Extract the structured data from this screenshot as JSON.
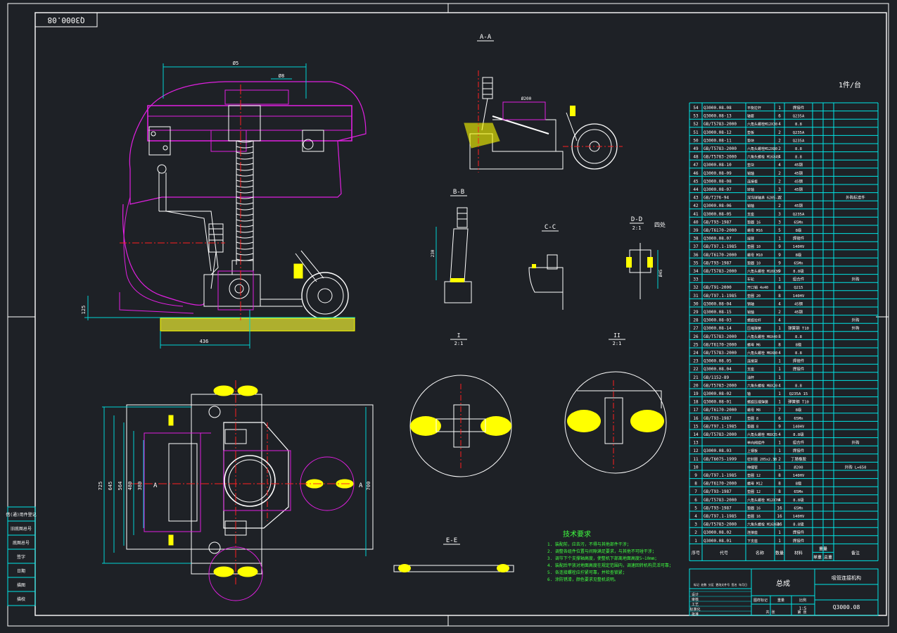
{
  "drawing": {
    "code_top": "Q3000.08",
    "sheet_label": "1件/台",
    "views": {
      "aa": "A-A",
      "bb": "B-B",
      "cc": "C-C",
      "dd": "D-D",
      "dd_scale": "2:1",
      "dd_note": "四处",
      "ee": "E-E",
      "i": "I",
      "i_scale": "2:1",
      "ii": "II",
      "ii_scale": "2:1"
    },
    "dims": {
      "front_width": "Ø5",
      "front_small": "Ø8",
      "front_base": "436",
      "front_left": "125",
      "aa_dim": "Ø200",
      "bb_dim": "230",
      "dd_dim": "Ø45",
      "plan_h1": "725",
      "plan_h2": "645",
      "plan_h3": "564",
      "plan_h4": "480",
      "plan_h5": "380",
      "plan_right": "700",
      "section_a": "A"
    },
    "tech": {
      "title": "技术要求",
      "lines": [
        "1. 装配前，应去污，不得与其他部件干涉；",
        "2. 调整各组件位置与间隙满足要求，与其他不可碰干涉；",
        "3. 调节下个支撑轴高度，使整机下部离地面高度5~10mm；",
        "4. 装配后平放对地面高度在规定范围内，调速回转机构灵活可靠；",
        "5. 各连接螺栓应拧紧可靠，并检查锁紧；",
        "6. 涂防锈漆，颜色要求见整机说明。"
      ]
    },
    "left_stamp": [
      "借(通)用件登记",
      "旧底图总号",
      "底图总号",
      "签字",
      "日期",
      "描图",
      "描校"
    ],
    "bom_header": {
      "no": "序号",
      "code": "代号",
      "name": "名称",
      "qty": "数量",
      "material": "材料",
      "unit_w": "单重",
      "total_w": "总重",
      "note": "备注"
    },
    "bom_weight_label": "重量",
    "bom": [
      {
        "no": "54",
        "code": "Q3000.08.08",
        "name": "平衡拉杆",
        "qty": "1",
        "mat": "焊接件",
        "note": ""
      },
      {
        "no": "53",
        "code": "Q3000.08-13",
        "name": "轴套",
        "qty": "6",
        "mat": "Q235A",
        "note": ""
      },
      {
        "no": "52",
        "code": "GB/T5783-2000",
        "name": "六角头螺栓M12X30",
        "qty": "4",
        "mat": "8.8",
        "note": ""
      },
      {
        "no": "51",
        "code": "Q3000.08-12",
        "name": "垫板",
        "qty": "2",
        "mat": "Q235A",
        "note": ""
      },
      {
        "no": "50",
        "code": "Q3000.08-11",
        "name": "垫块",
        "qty": "2",
        "mat": "Q235A",
        "note": ""
      },
      {
        "no": "49",
        "code": "GB/T5783-2000",
        "name": "六角头螺栓M12X80",
        "qty": "2",
        "mat": "8.8",
        "note": ""
      },
      {
        "no": "48",
        "code": "GB/T5783-2000",
        "name": "六角头螺栓 M16X45",
        "qty": "4",
        "mat": "8.8",
        "note": ""
      },
      {
        "no": "47",
        "code": "Q3000.08-10",
        "name": "垫块",
        "qty": "4",
        "mat": "45钢",
        "note": ""
      },
      {
        "no": "46",
        "code": "Q3000.08-09",
        "name": "销轴",
        "qty": "2",
        "mat": "45钢",
        "note": ""
      },
      {
        "no": "45",
        "code": "Q3000.08-08",
        "name": "连接板",
        "qty": "2",
        "mat": "45钢",
        "note": ""
      },
      {
        "no": "44",
        "code": "Q3000.08-07",
        "name": "转轴",
        "qty": "3",
        "mat": "45钢",
        "note": ""
      },
      {
        "no": "43",
        "code": "GB/T276-94",
        "name": "深沟球轴承 6205-2Z",
        "qty": "6",
        "mat": "",
        "note": "外购标准件"
      },
      {
        "no": "42",
        "code": "Q3000.08-06",
        "name": "销轴",
        "qty": "2",
        "mat": "45钢",
        "note": ""
      },
      {
        "no": "41",
        "code": "Q3000.08-05",
        "name": "支座",
        "qty": "3",
        "mat": "Q235A",
        "note": ""
      },
      {
        "no": "40",
        "code": "GB/T93-1987",
        "name": "垫圈 16",
        "qty": "3",
        "mat": "65Mn",
        "note": ""
      },
      {
        "no": "39",
        "code": "GB/T6170-2000",
        "name": "螺母 M16",
        "qty": "5",
        "mat": "8级",
        "note": ""
      },
      {
        "no": "38",
        "code": "Q3000.08.07",
        "name": "摇臂",
        "qty": "1",
        "mat": "焊接件",
        "note": ""
      },
      {
        "no": "37",
        "code": "GB/T97.1-1985",
        "name": "垫圈 10",
        "qty": "9",
        "mat": "140HV",
        "note": ""
      },
      {
        "no": "36",
        "code": "GB/T6170-2000",
        "name": "螺母 M10",
        "qty": "9",
        "mat": "8级",
        "note": ""
      },
      {
        "no": "35",
        "code": "GB/T93-1987",
        "name": "垫圈 10",
        "qty": "9",
        "mat": "65Mn",
        "note": ""
      },
      {
        "no": "34",
        "code": "GB/T5783-2000",
        "name": "六角头螺栓 M10X30",
        "qty": "9",
        "mat": "8.8级",
        "note": ""
      },
      {
        "no": "33",
        "code": "",
        "name": "车轮",
        "qty": "1",
        "mat": "组合件",
        "note": "外购"
      },
      {
        "no": "32",
        "code": "GB/T91-2000",
        "name": "开口销 4x40",
        "qty": "8",
        "mat": "Q215",
        "note": ""
      },
      {
        "no": "31",
        "code": "GB/T97.1-1985",
        "name": "垫圈 20",
        "qty": "8",
        "mat": "140HV",
        "note": ""
      },
      {
        "no": "30",
        "code": "Q3000.08-04",
        "name": "销轴",
        "qty": "4",
        "mat": "45钢",
        "note": ""
      },
      {
        "no": "29",
        "code": "Q3000.08-15",
        "name": "销轴",
        "qty": "2",
        "mat": "45钢",
        "note": ""
      },
      {
        "no": "28",
        "code": "Q3000.08-03",
        "name": "螺旋拉杆",
        "qty": "4",
        "mat": "",
        "note": "外购"
      },
      {
        "no": "27",
        "code": "Q3000.08-14",
        "name": "压缩弹簧",
        "qty": "1",
        "mat": "弹簧钢 T10",
        "note": "外购"
      },
      {
        "no": "26",
        "code": "GB/T5783-2000",
        "name": "六角头螺栓 M6X40",
        "qty": "8",
        "mat": "8.8",
        "note": ""
      },
      {
        "no": "25",
        "code": "GB/T6170-2000",
        "name": "螺母 M6",
        "qty": "8",
        "mat": "8级",
        "note": ""
      },
      {
        "no": "24",
        "code": "GB/T5783-2000",
        "name": "六角头螺栓 M6X80",
        "qty": "4",
        "mat": "8.8",
        "note": ""
      },
      {
        "no": "23",
        "code": "Q3000.08.05",
        "name": "连接架",
        "qty": "1",
        "mat": "焊接件",
        "note": ""
      },
      {
        "no": "22",
        "code": "Q3000.08.04",
        "name": "支座",
        "qty": "1",
        "mat": "焊接件",
        "note": ""
      },
      {
        "no": "21",
        "code": "GB/1152-89",
        "name": "油杯",
        "qty": "1",
        "mat": "",
        "note": ""
      },
      {
        "no": "20",
        "code": "GB/T5783-2000",
        "name": "六角头螺栓 M8X20",
        "qty": "4",
        "mat": "8.8",
        "note": ""
      },
      {
        "no": "19",
        "code": "Q3000.08-02",
        "name": "轴",
        "qty": "1",
        "mat": "Q235A 15",
        "note": ""
      },
      {
        "no": "18",
        "code": "Q3000.08-01",
        "name": "螺旋压缩弹簧",
        "qty": "1",
        "mat": "弹簧钢 T10",
        "note": ""
      },
      {
        "no": "17",
        "code": "GB/T6170-2000",
        "name": "螺母 M8",
        "qty": "7",
        "mat": "8级",
        "note": ""
      },
      {
        "no": "16",
        "code": "GB/T93-1987",
        "name": "垫圈 8",
        "qty": "6",
        "mat": "65Mn",
        "note": ""
      },
      {
        "no": "15",
        "code": "GB/T97.1-1985",
        "name": "垫圈 8",
        "qty": "9",
        "mat": "140HV",
        "note": ""
      },
      {
        "no": "14",
        "code": "GB/T5783-2000",
        "name": "六角头螺栓 M8X35",
        "qty": "4",
        "mat": "8.8级",
        "note": ""
      },
      {
        "no": "13",
        "code": "",
        "name": "单向阀组件",
        "qty": "1",
        "mat": "组合件",
        "note": "外购"
      },
      {
        "no": "12",
        "code": "Q3000.08.03",
        "name": "上钢板",
        "qty": "1",
        "mat": "焊接件",
        "note": ""
      },
      {
        "no": "11",
        "code": "GB/T6075-1999",
        "name": "密封圈 205x2.38",
        "qty": "2",
        "mat": "丁腈橡胶",
        "note": ""
      },
      {
        "no": "10",
        "code": "",
        "name": "伸缩管",
        "qty": "1",
        "mat": "Ø200",
        "note": "外购 L=650"
      },
      {
        "no": "9",
        "code": "GB/T97.1-1985",
        "name": "垫圈 12",
        "qty": "8",
        "mat": "140HV",
        "note": ""
      },
      {
        "no": "8",
        "code": "GB/T6170-2000",
        "name": "螺母 M12",
        "qty": "8",
        "mat": "8级",
        "note": ""
      },
      {
        "no": "7",
        "code": "GB/T93-1987",
        "name": "垫圈 12",
        "qty": "8",
        "mat": "65Mn",
        "note": ""
      },
      {
        "no": "6",
        "code": "GB/T5783-2000",
        "name": "六角头螺栓 M12X70",
        "qty": "4",
        "mat": "8.8级",
        "note": ""
      },
      {
        "no": "5",
        "code": "GB/T93-1987",
        "name": "垫圈 16",
        "qty": "16",
        "mat": "65Mn",
        "note": ""
      },
      {
        "no": "4",
        "code": "GB/T97.1-1985",
        "name": "垫圈 16",
        "qty": "16",
        "mat": "140HV",
        "note": ""
      },
      {
        "no": "3",
        "code": "GB/T5783-2000",
        "name": "六角头螺栓 M16X60",
        "qty": "16",
        "mat": "8.8级",
        "note": ""
      },
      {
        "no": "2",
        "code": "Q3000.08.02",
        "name": "连接座",
        "qty": "1",
        "mat": "焊接件",
        "note": ""
      },
      {
        "no": "1",
        "code": "Q3000.08.01",
        "name": "下支座",
        "qty": "1",
        "mat": "焊接件",
        "note": ""
      }
    ],
    "title_block": {
      "assembly": "总成",
      "product": "吸管连接机构",
      "code": "Q3000.08",
      "scale_label": "图样标记",
      "weight_label": "重量",
      "ratio_label": "比例",
      "ratio_value": "1:5",
      "sheet_count": "共 张",
      "sheet_no": "第 张",
      "designer_row": "标记 处数 分区 更改文件号 签名 年月日",
      "rows": [
        "设计",
        "审核",
        "工艺",
        "标准化",
        "批准"
      ]
    },
    "colors": {
      "bg": "#1e2126",
      "frame": "#ffffff",
      "table": "#00e5e5",
      "part": "#e020e0",
      "dim": "#00d4d4",
      "yellow": "#ffff00",
      "red": "#ff2020",
      "green": "#40ff40",
      "white": "#ffffff"
    }
  }
}
